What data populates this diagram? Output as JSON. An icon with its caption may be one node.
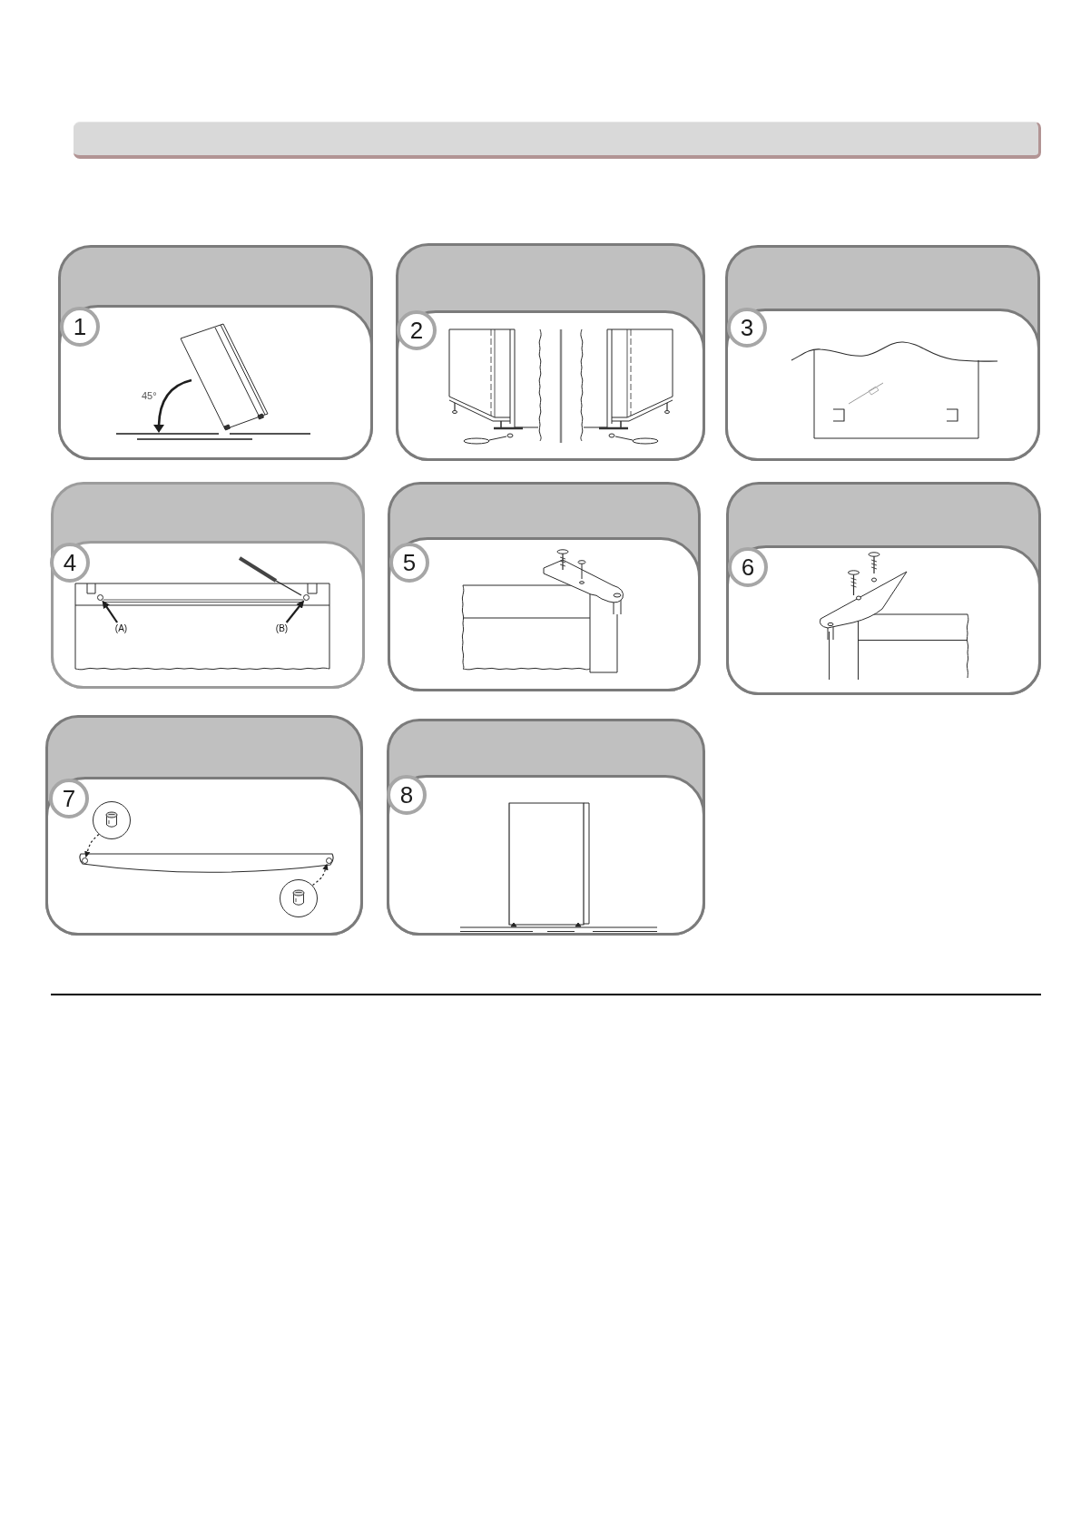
{
  "diagram": {
    "nodes": [
      {
        "text": [
          "1"
        ]
      },
      {
        "text": [
          "2"
        ]
      },
      {
        "text": [
          "3"
        ]
      },
      {
        "text": [
          "4"
        ]
      },
      {
        "text": [
          "(A)"
        ],
        "in": 3
      },
      {
        "text": [],
        "shape": "circle",
        "in": 3
      },
      {
        "text": [
          "(B)"
        ],
        "in": 3
      },
      {
        "text": [],
        "shape": "circle",
        "in": 3
      },
      {
        "text": [
          "5"
        ]
      },
      {
        "text": [
          "6"
        ]
      },
      {
        "text": [
          "7"
        ]
      },
      {
        "text": [],
        "shape": "circle",
        "in": 10
      },
      {
        "text": [],
        "shape": "circle",
        "in": 10
      },
      {
        "text": [],
        "shape": "circle",
        "in": 10
      },
      {
        "text": [],
        "shape": "circle",
        "in": 10
      },
      {
        "text": [
          "8"
        ]
      }
    ],
    "edges": [
      {
        "from": 4,
        "to": 5,
        "arrow": "to"
      },
      {
        "from": 6,
        "to": 7,
        "arrow": "to"
      },
      {
        "from": 11,
        "to": 12,
        "arrow": "to",
        "style": "dashed"
      },
      {
        "from": 14,
        "to": 13,
        "arrow": "to",
        "style": "dashed"
      }
    ],
    "labels": [
      "45°"
    ]
  }
}
